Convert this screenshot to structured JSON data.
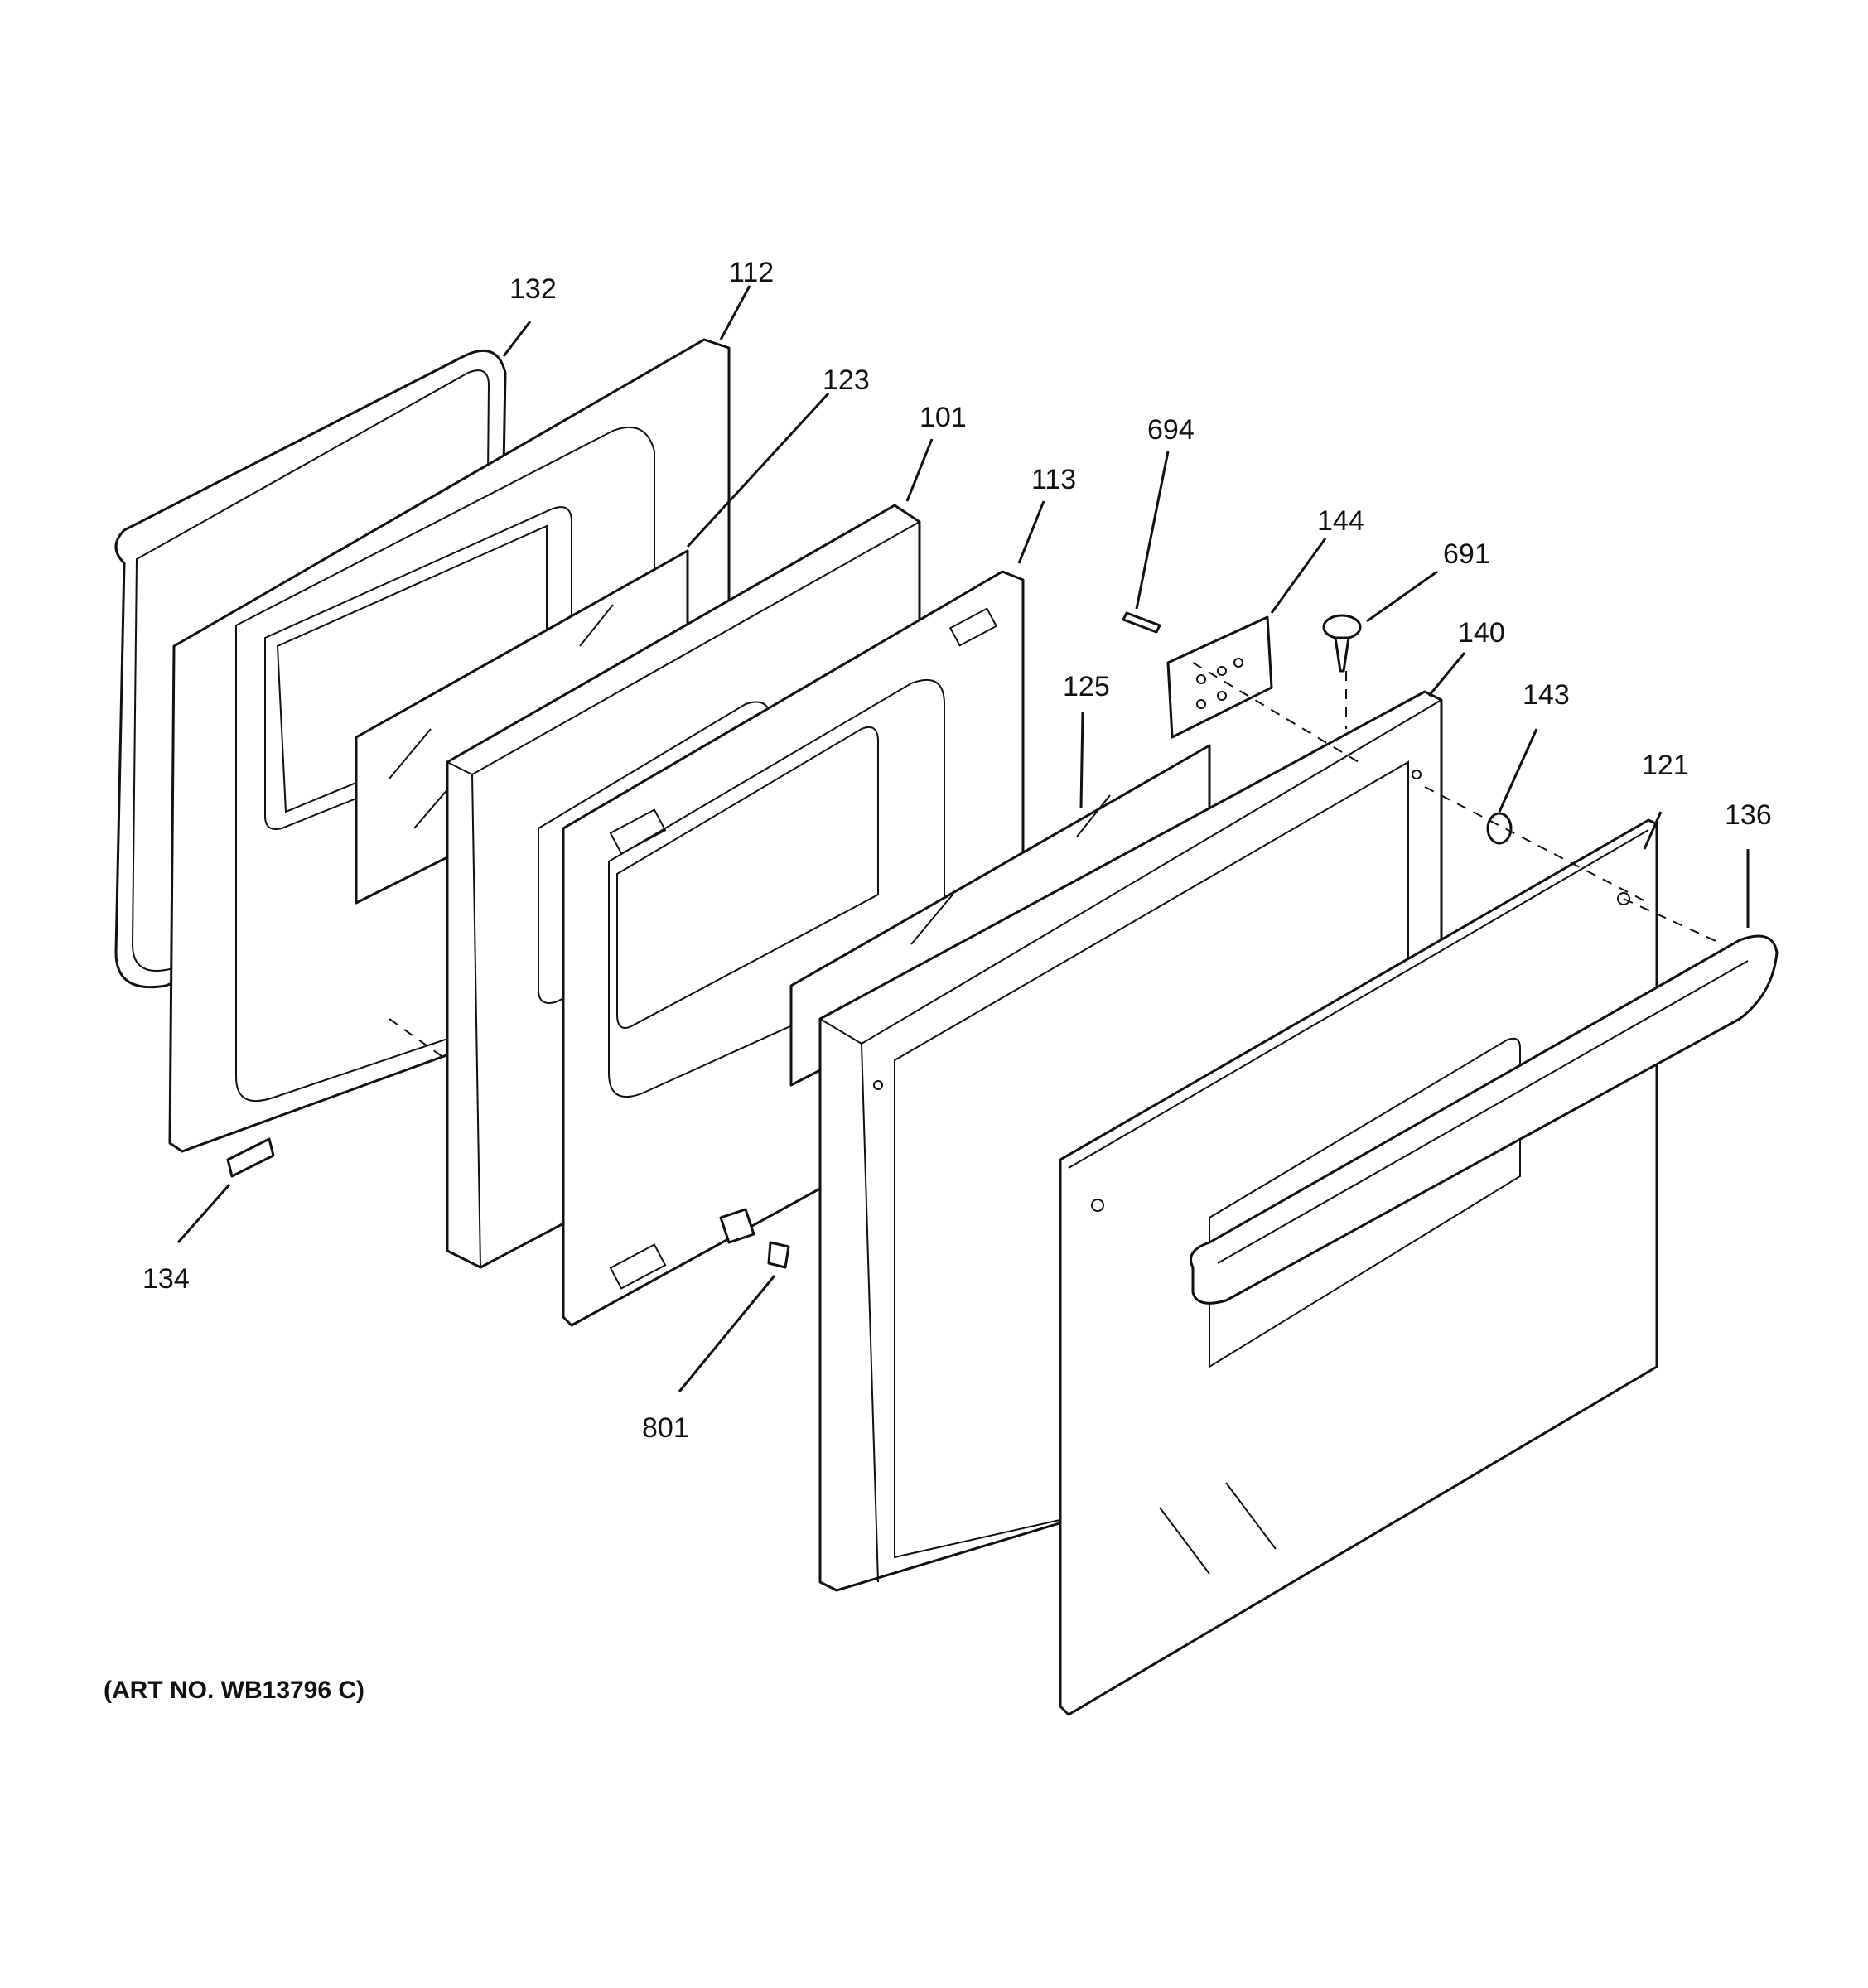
{
  "diagram": {
    "art_number": "(ART NO. WB13796 C)",
    "callouts": [
      {
        "id": "132",
        "label": "132"
      },
      {
        "id": "112",
        "label": "112"
      },
      {
        "id": "123",
        "label": "123"
      },
      {
        "id": "101",
        "label": "101"
      },
      {
        "id": "113",
        "label": "113"
      },
      {
        "id": "694",
        "label": "694"
      },
      {
        "id": "144",
        "label": "144"
      },
      {
        "id": "691",
        "label": "691"
      },
      {
        "id": "140",
        "label": "140"
      },
      {
        "id": "125",
        "label": "125"
      },
      {
        "id": "143",
        "label": "143"
      },
      {
        "id": "121",
        "label": "121"
      },
      {
        "id": "136",
        "label": "136"
      },
      {
        "id": "134",
        "label": "134"
      },
      {
        "id": "801",
        "label": "801"
      }
    ]
  }
}
